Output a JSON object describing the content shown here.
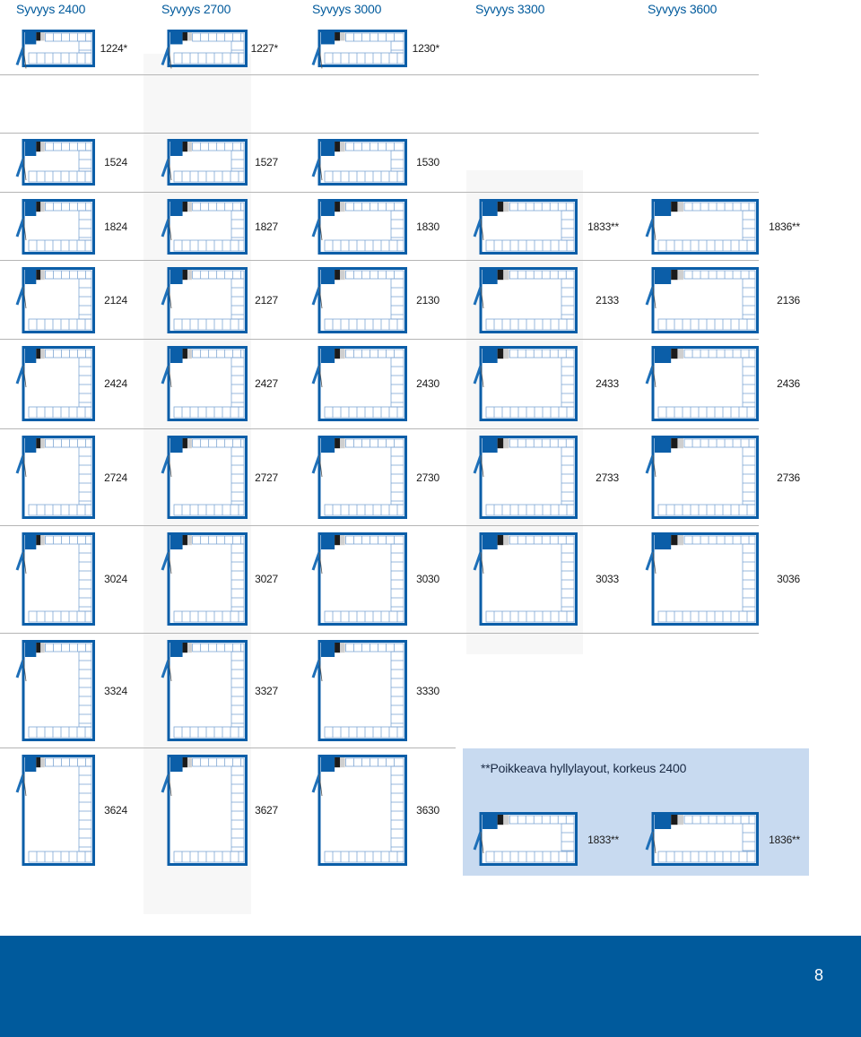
{
  "headers": [
    {
      "label": "Syvyys 2400"
    },
    {
      "label": "Syvyys 2700"
    },
    {
      "label": "Syvyys 3000"
    },
    {
      "label": "Syvyys 3300"
    },
    {
      "label": "Syvyys 3600"
    }
  ],
  "rows": [
    {
      "cells": [
        "1224*",
        "1227*",
        "1230*"
      ]
    },
    {
      "cells": [
        "1524",
        "1527",
        "1530"
      ]
    },
    {
      "cells": [
        "1824",
        "1827",
        "1830",
        "1833**",
        "1836**"
      ]
    },
    {
      "cells": [
        "2124",
        "2127",
        "2130",
        "2133",
        "2136"
      ]
    },
    {
      "cells": [
        "2424",
        "2427",
        "2430",
        "2433",
        "2436"
      ]
    },
    {
      "cells": [
        "2724",
        "2727",
        "2730",
        "2733",
        "2736"
      ]
    },
    {
      "cells": [
        "3024",
        "3027",
        "3030",
        "3033",
        "3036"
      ]
    },
    {
      "cells": [
        "3324",
        "3327",
        "3330"
      ]
    },
    {
      "cells": [
        "3624",
        "3627",
        "3630"
      ]
    }
  ],
  "note": {
    "title": "**Poikkeava hyllylayout, korkeus 2400",
    "cells": [
      "1833**",
      "1836**"
    ]
  },
  "page_number": "8",
  "colors": {
    "frame": "#0b5ea8",
    "door": "#1d6fb8",
    "unit": "#1b1b1b",
    "shelf": "#7fa7d4",
    "footer": "#005a9c",
    "note_bg": "#c8daf0"
  },
  "icons": {
    "diagram": "room-layout-diagram",
    "door": "door-icon"
  }
}
